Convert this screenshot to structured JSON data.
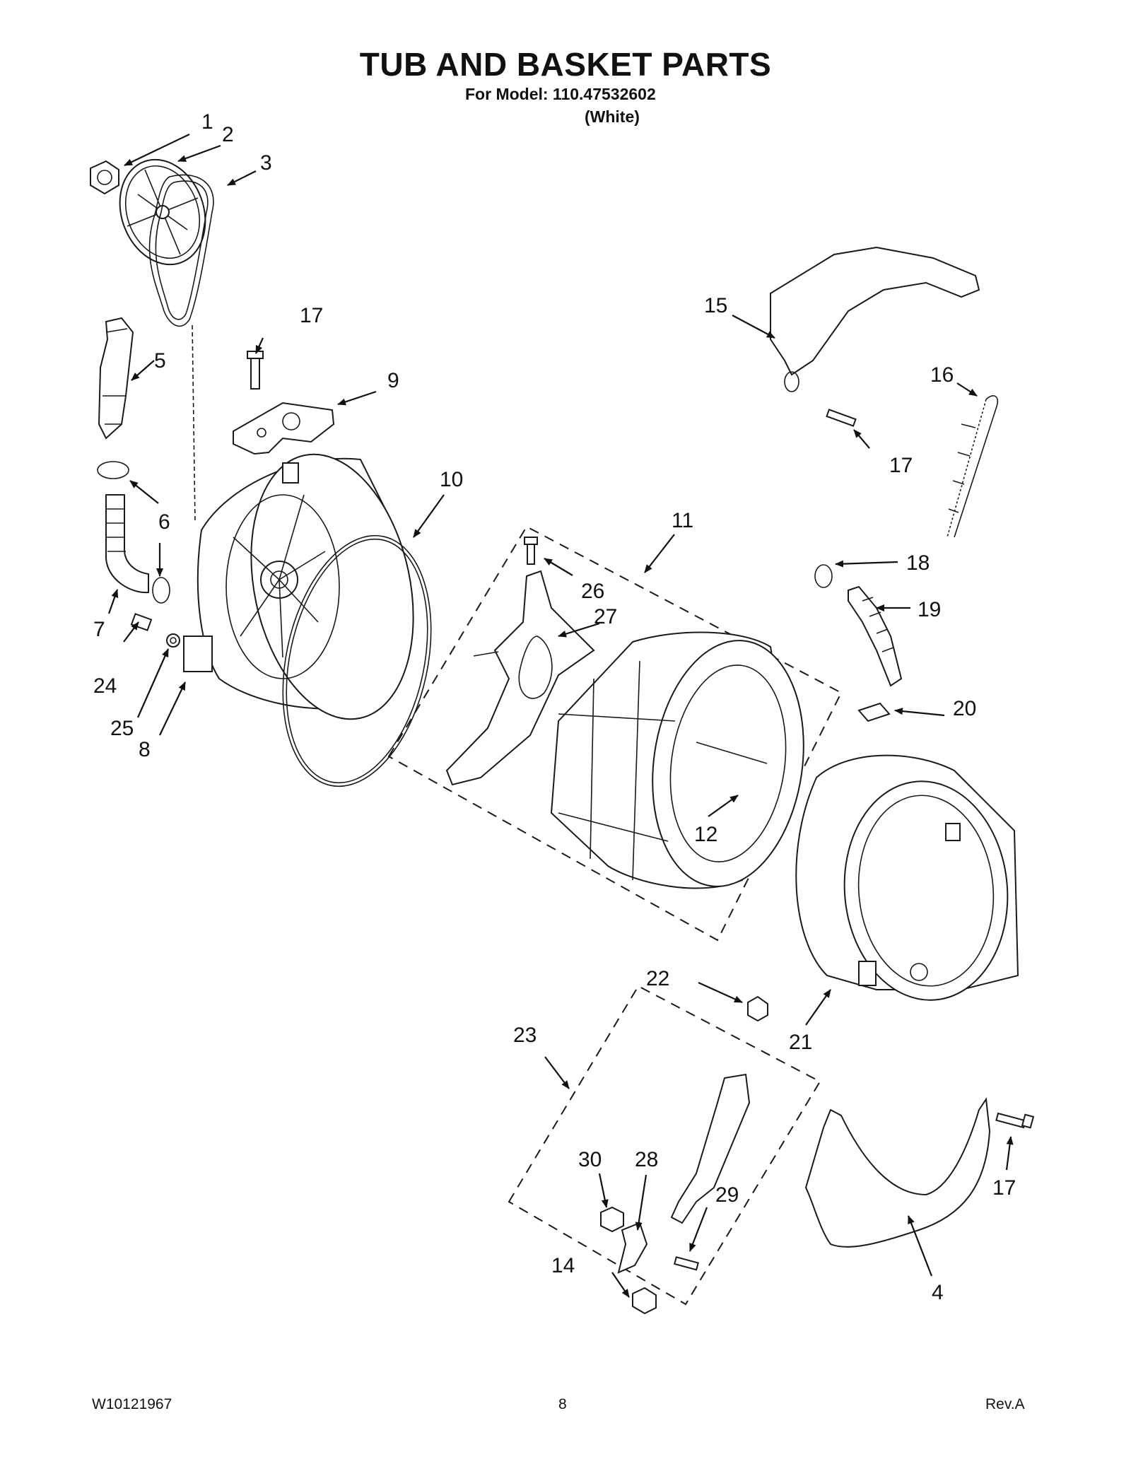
{
  "header": {
    "title": "TUB AND BASKET PARTS",
    "model_line": "For Model: 110.47532602",
    "variant": "(White)"
  },
  "footer": {
    "doc_number": "W10121967",
    "page_number": "8",
    "revision": "Rev.A"
  },
  "callouts": [
    {
      "key": "c1",
      "label": "1"
    },
    {
      "key": "c2",
      "label": "2"
    },
    {
      "key": "c3",
      "label": "3"
    },
    {
      "key": "c4",
      "label": "4"
    },
    {
      "key": "c5",
      "label": "5"
    },
    {
      "key": "c6",
      "label": "6"
    },
    {
      "key": "c7",
      "label": "7"
    },
    {
      "key": "c8",
      "label": "8"
    },
    {
      "key": "c9",
      "label": "9"
    },
    {
      "key": "c10",
      "label": "10"
    },
    {
      "key": "c11",
      "label": "11"
    },
    {
      "key": "c12",
      "label": "12"
    },
    {
      "key": "c14",
      "label": "14"
    },
    {
      "key": "c15",
      "label": "15"
    },
    {
      "key": "c16",
      "label": "16"
    },
    {
      "key": "c17a",
      "label": "17"
    },
    {
      "key": "c17b",
      "label": "17"
    },
    {
      "key": "c17c",
      "label": "17"
    },
    {
      "key": "c18",
      "label": "18"
    },
    {
      "key": "c19",
      "label": "19"
    },
    {
      "key": "c20",
      "label": "20"
    },
    {
      "key": "c21",
      "label": "21"
    },
    {
      "key": "c22",
      "label": "22"
    },
    {
      "key": "c23",
      "label": "23"
    },
    {
      "key": "c24",
      "label": "24"
    },
    {
      "key": "c25",
      "label": "25"
    },
    {
      "key": "c26",
      "label": "26"
    },
    {
      "key": "c27",
      "label": "27"
    },
    {
      "key": "c28",
      "label": "28"
    },
    {
      "key": "c29",
      "label": "29"
    },
    {
      "key": "c30",
      "label": "30"
    }
  ]
}
